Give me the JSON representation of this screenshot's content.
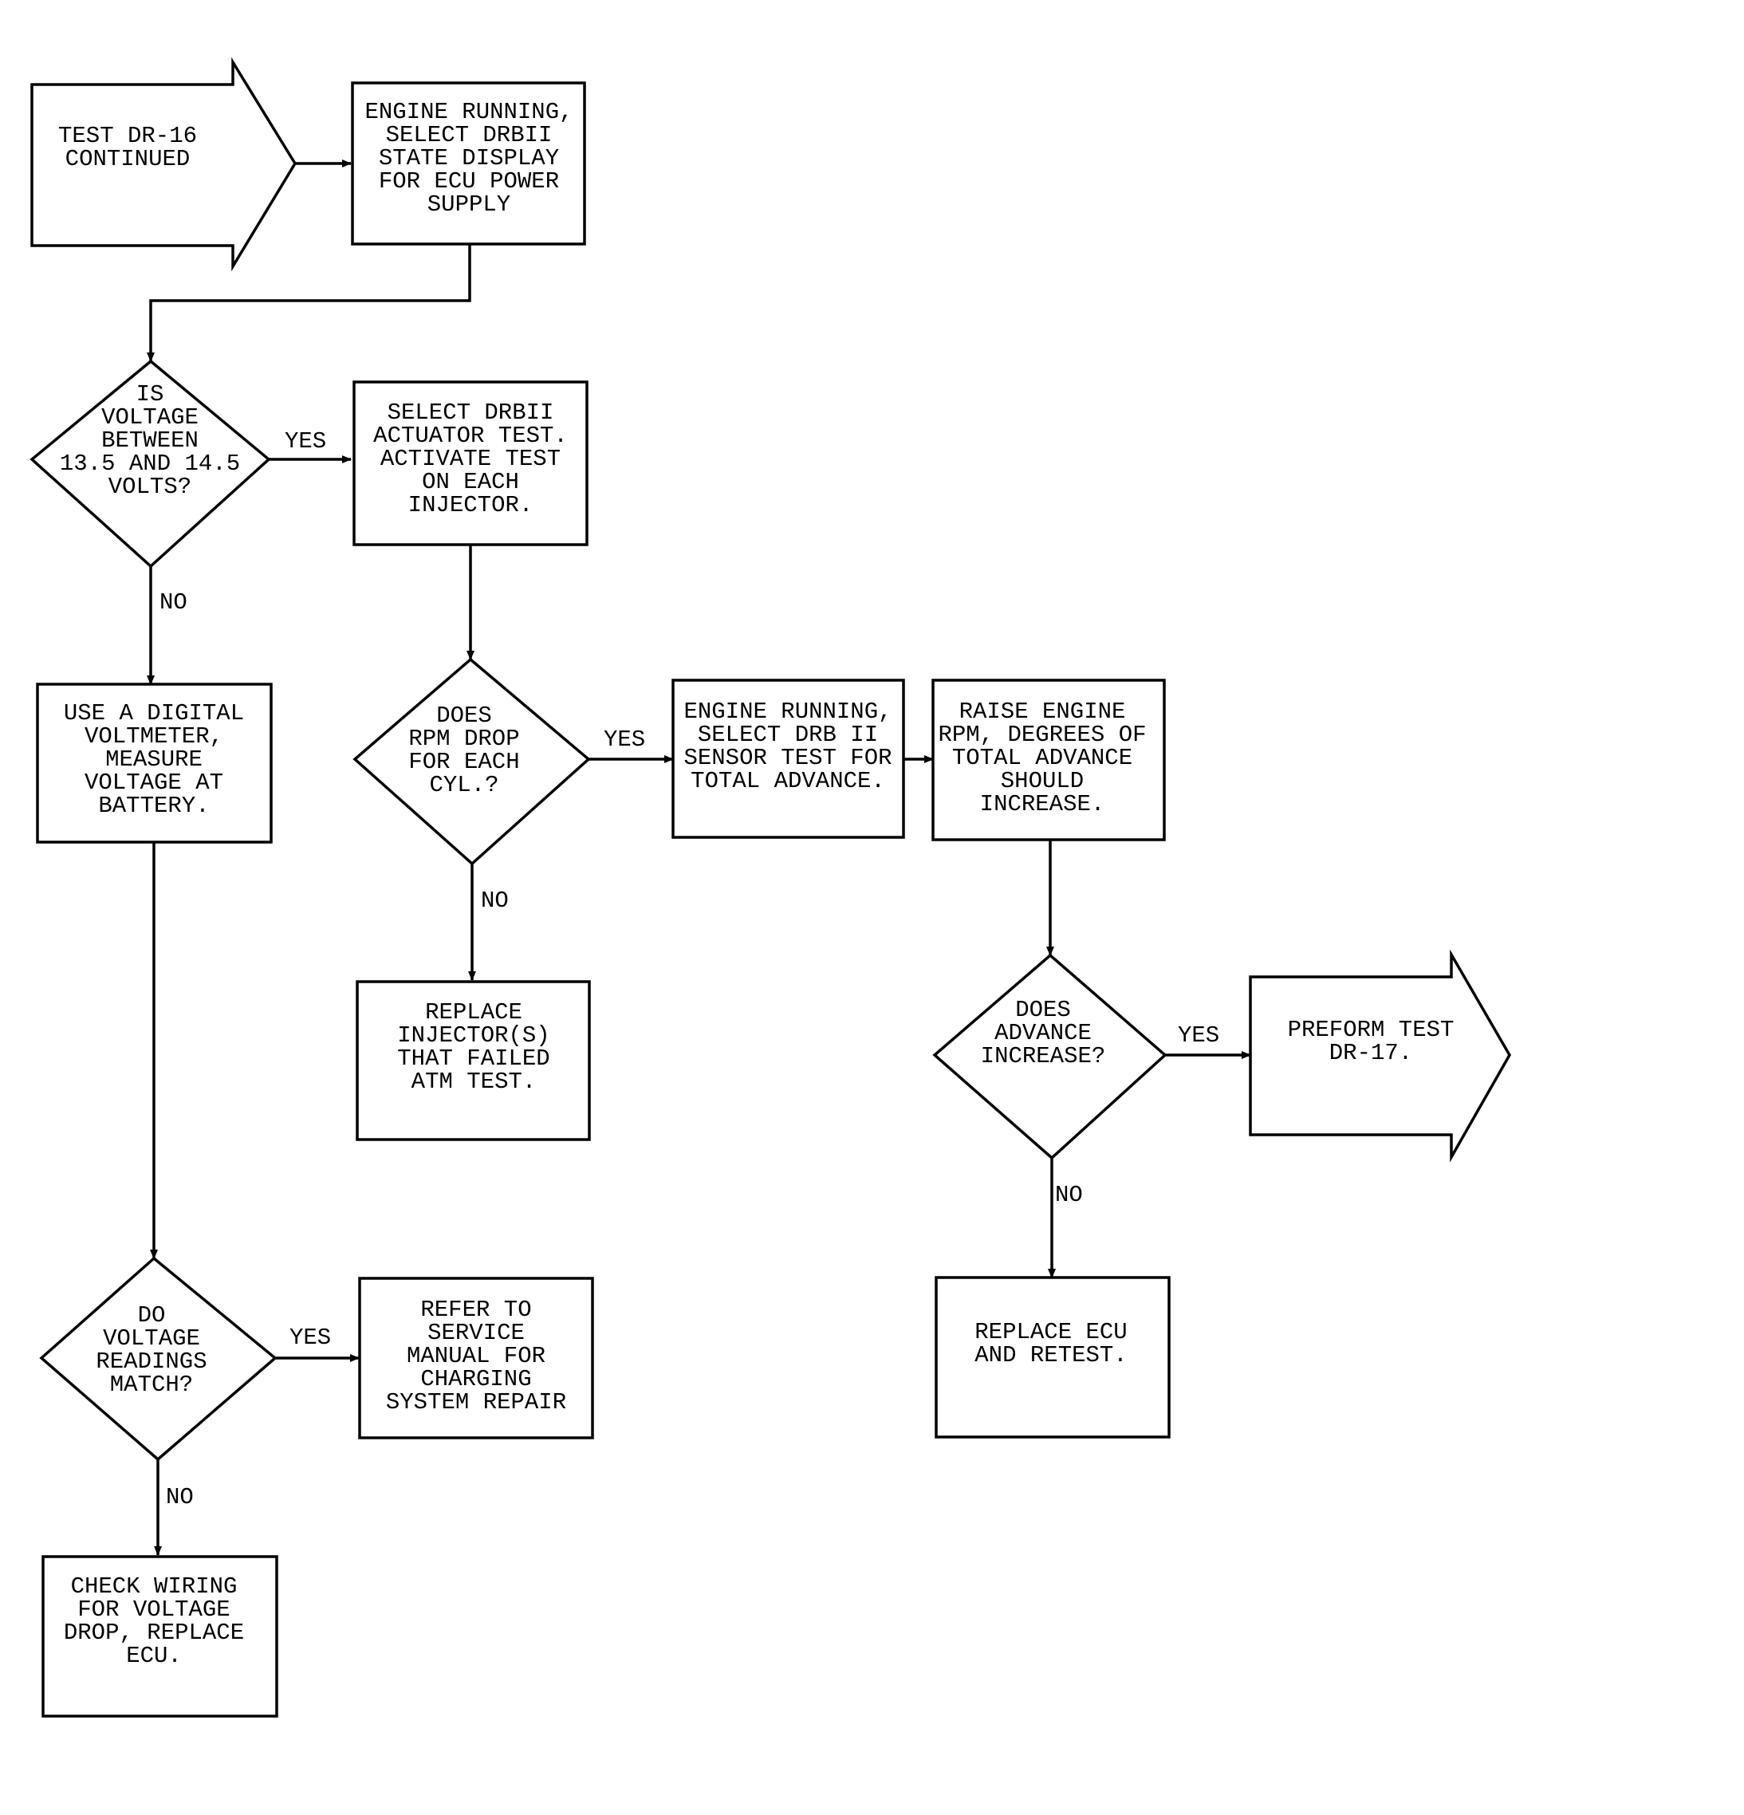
{
  "colors": {
    "ink": "#000000",
    "paper": "#ffffff"
  },
  "nodes": {
    "start": {
      "lines": [
        "TEST DR-16",
        "CONTINUED"
      ]
    },
    "select_state_display": {
      "lines": [
        "ENGINE RUNNING,",
        "SELECT DRBII",
        "STATE DISPLAY",
        "FOR ECU POWER",
        "SUPPLY"
      ]
    },
    "voltage_between": {
      "lines": [
        "IS",
        "VOLTAGE",
        "BETWEEN",
        "13.5 AND 14.5",
        "VOLTS?"
      ]
    },
    "actuator_test": {
      "lines": [
        "SELECT DRBII",
        "ACTUATOR TEST.",
        "ACTIVATE TEST",
        "ON EACH",
        "INJECTOR."
      ]
    },
    "use_voltmeter": {
      "lines": [
        "USE A DIGITAL",
        "VOLTMETER,",
        "MEASURE",
        "VOLTAGE AT",
        "BATTERY."
      ]
    },
    "rpm_drop": {
      "lines": [
        "DOES",
        "RPM DROP",
        "FOR EACH",
        "CYL.?"
      ]
    },
    "sensor_test": {
      "lines": [
        "ENGINE RUNNING,",
        "SELECT DRB II",
        "SENSOR TEST FOR",
        "TOTAL ADVANCE."
      ]
    },
    "raise_rpm": {
      "lines": [
        "RAISE ENGINE",
        "RPM, DEGREES OF",
        "TOTAL ADVANCE",
        "SHOULD",
        "INCREASE."
      ]
    },
    "replace_injector": {
      "lines": [
        "REPLACE",
        "INJECTOR(S)",
        "THAT FAILED",
        "ATM TEST."
      ]
    },
    "advance_increase": {
      "lines": [
        "DOES",
        "ADVANCE",
        "INCREASE?"
      ]
    },
    "perform_dr17": {
      "lines": [
        "PREFORM TEST",
        "DR-17."
      ]
    },
    "readings_match": {
      "lines": [
        "DO",
        "VOLTAGE",
        "READINGS",
        "MATCH?"
      ]
    },
    "refer_service_manual": {
      "lines": [
        "REFER TO",
        "SERVICE",
        "MANUAL FOR",
        "CHARGING",
        "SYSTEM REPAIR"
      ]
    },
    "replace_ecu": {
      "lines": [
        "REPLACE ECU",
        "AND RETEST."
      ]
    },
    "check_wiring": {
      "lines": [
        "CHECK WIRING",
        "FOR VOLTAGE",
        "DROP, REPLACE",
        "ECU."
      ]
    }
  },
  "edge_labels": {
    "voltage_yes": "YES",
    "voltage_no": "NO",
    "rpm_yes": "YES",
    "rpm_no": "NO",
    "advance_yes": "YES",
    "advance_no": "NO",
    "readings_yes": "YES",
    "readings_no": "NO"
  }
}
